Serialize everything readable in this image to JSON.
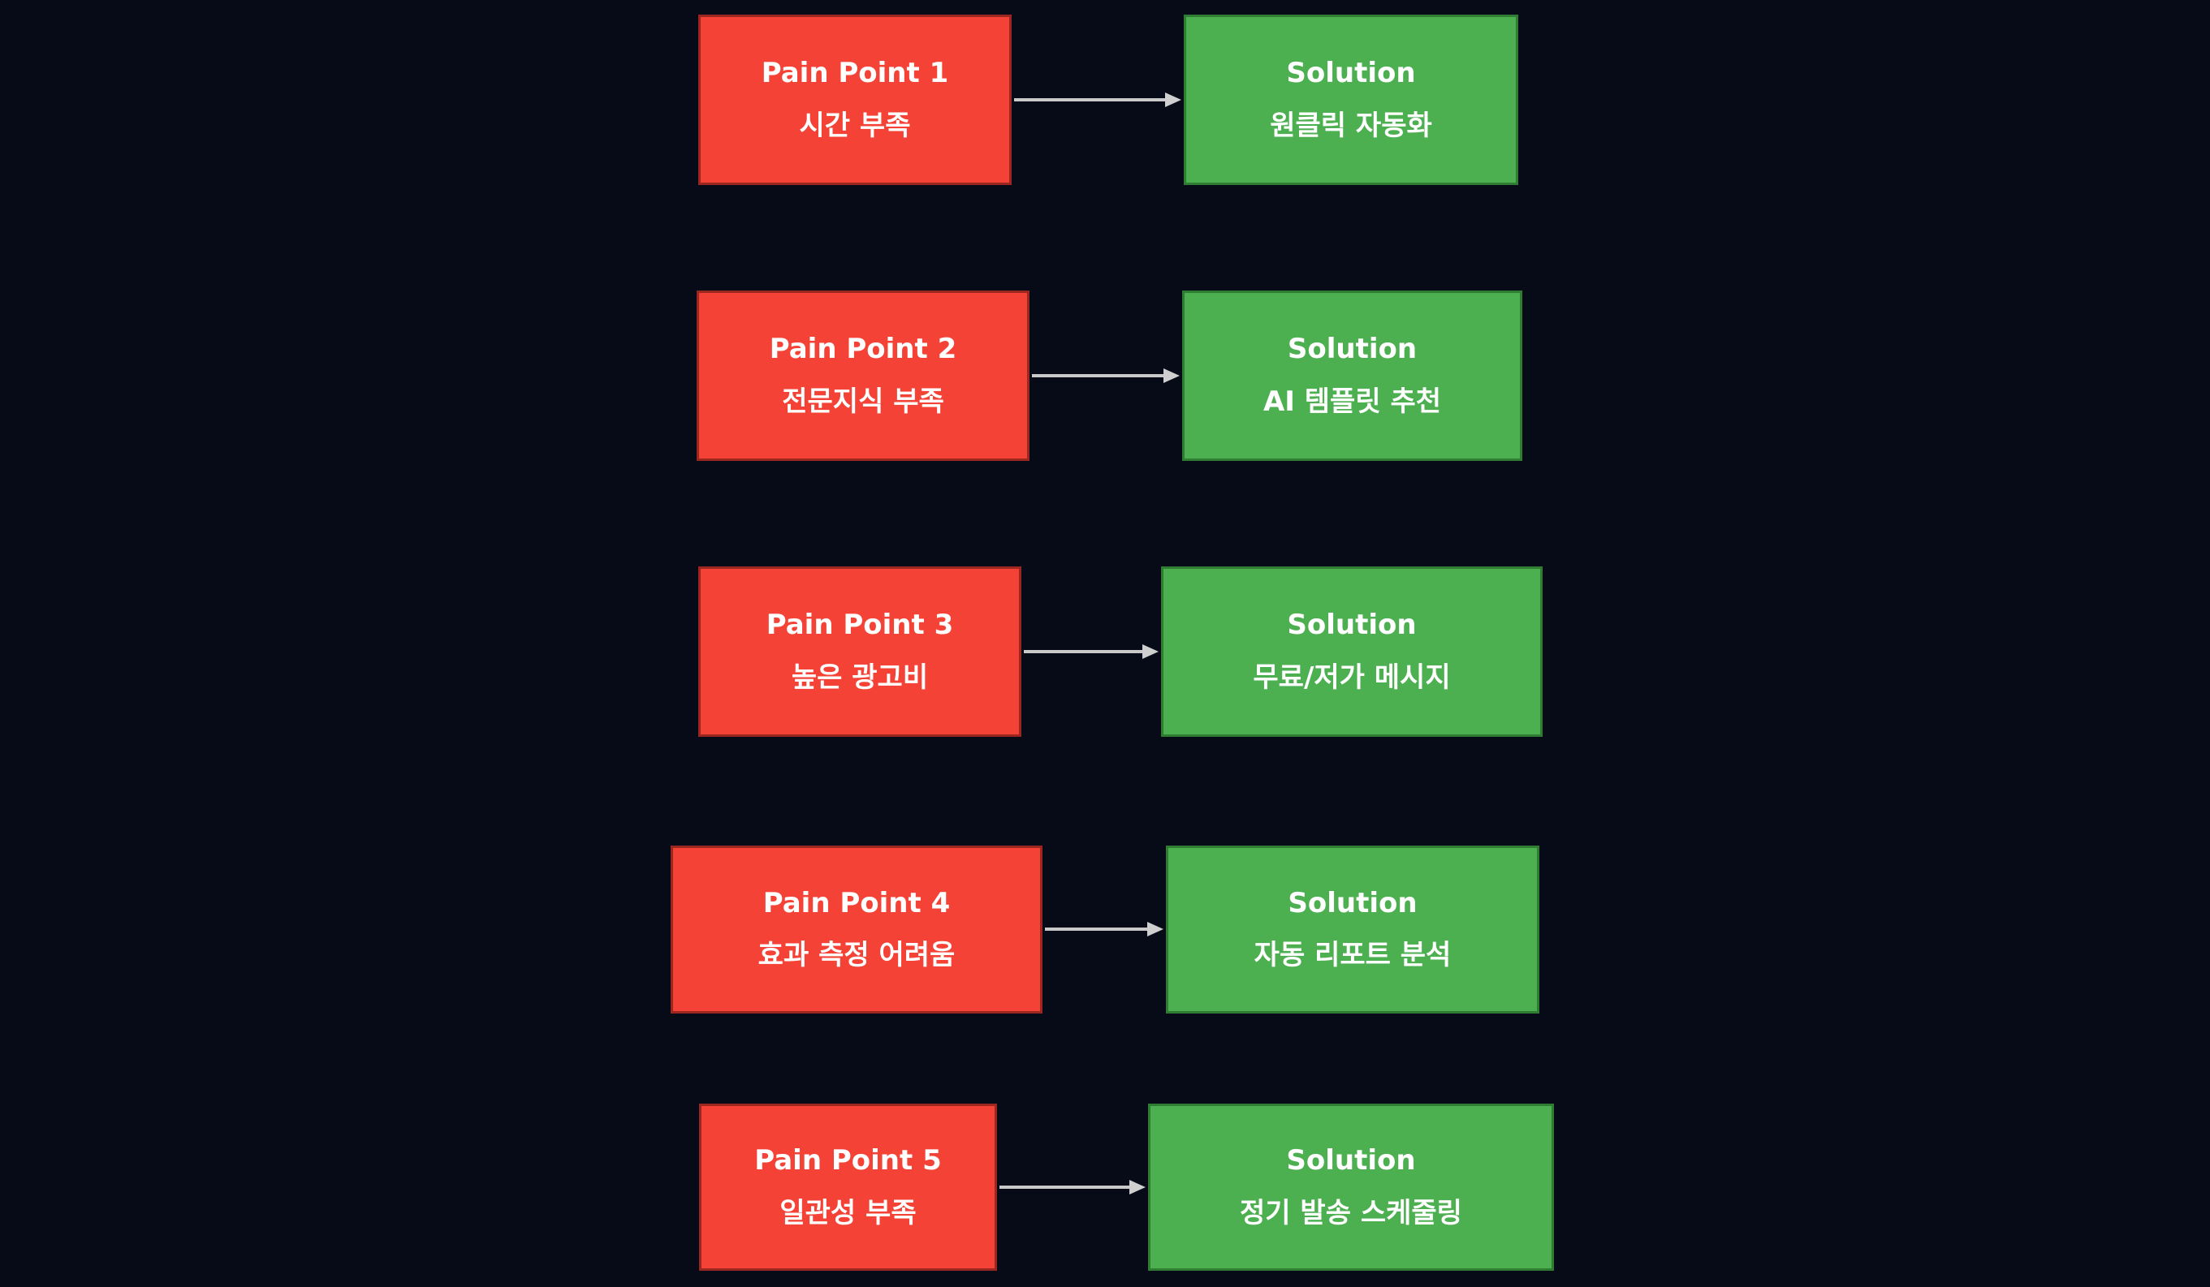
{
  "page": {
    "background_color": "#060b17",
    "text_color": "#ffffff"
  },
  "colors": {
    "pain_fill": "#f44336",
    "pain_border": "#9c2720",
    "solution_fill": "#4caf50",
    "solution_border": "#2f7d33",
    "arrow": "#c9c9c9"
  },
  "diagram": {
    "rows": [
      {
        "pain": {
          "title": "Pain Point 1",
          "label": "시간 부족"
        },
        "solution": {
          "title": "Solution",
          "label": "원클릭 자동화"
        }
      },
      {
        "pain": {
          "title": "Pain Point 2",
          "label": "전문지식 부족"
        },
        "solution": {
          "title": "Solution",
          "label": "AI 템플릿 추천"
        }
      },
      {
        "pain": {
          "title": "Pain Point 3",
          "label": "높은 광고비"
        },
        "solution": {
          "title": "Solution",
          "label": "무료/저가 메시지"
        }
      },
      {
        "pain": {
          "title": "Pain Point 4",
          "label": "효과 측정 어려움"
        },
        "solution": {
          "title": "Solution",
          "label": "자동 리포트 분석"
        }
      },
      {
        "pain": {
          "title": "Pain Point 5",
          "label": "일관성 부족"
        },
        "solution": {
          "title": "Solution",
          "label": "정기 발송 스케줄링"
        }
      }
    ]
  }
}
